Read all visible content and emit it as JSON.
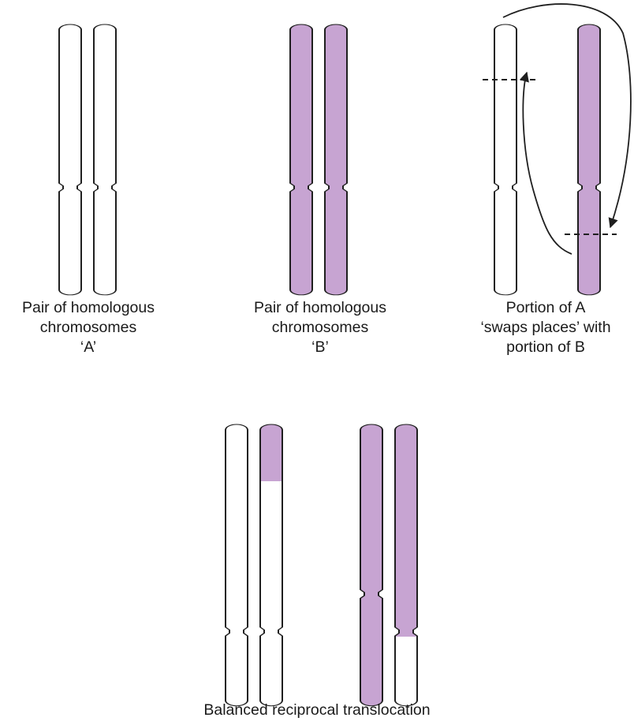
{
  "colors": {
    "shaded": "#c7a4d2",
    "outline": "#1f1f1f",
    "background": "#ffffff"
  },
  "captions": {
    "pair_a": [
      "Pair of homologous",
      "chromosomes",
      "‘A’"
    ],
    "pair_b": [
      "Pair of homologous",
      "chromosomes",
      "‘B’"
    ],
    "swap": [
      "Portion of A",
      "‘swaps places’ with",
      "portion of B"
    ],
    "result": "Balanced reciprocal translocation"
  }
}
